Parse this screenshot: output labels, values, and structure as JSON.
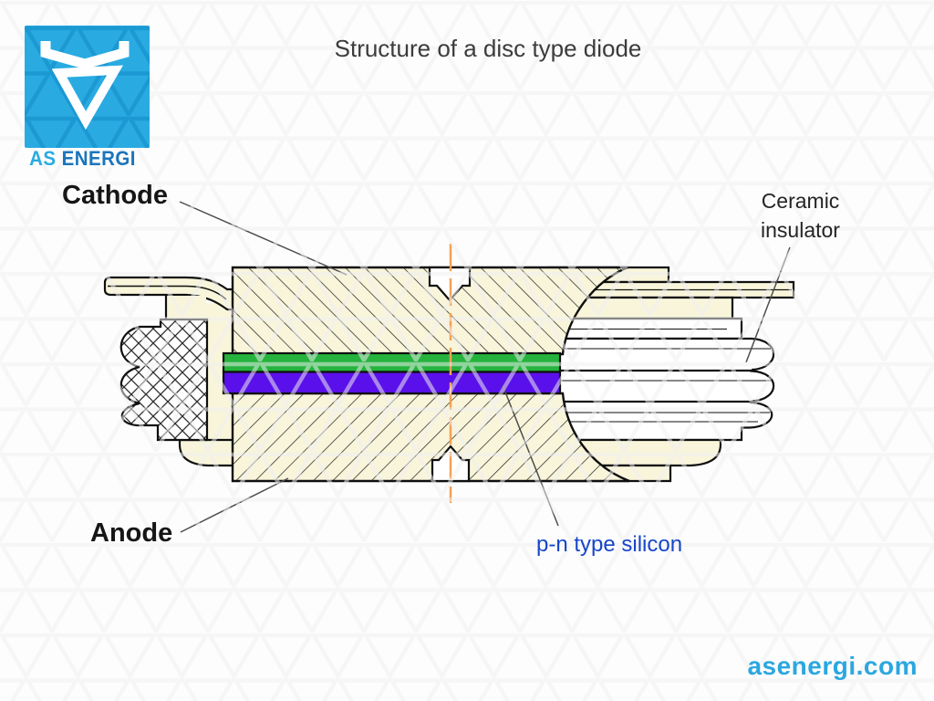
{
  "title": "Structure of a disc type diode",
  "logo": {
    "text_as": "AS",
    "text_energi": "ENERGI"
  },
  "labels": {
    "cathode": "Cathode",
    "anode": "Anode",
    "ceramic_line1": "Ceramic",
    "ceramic_line2": "insulator",
    "pn_silicon": "p-n type silicon"
  },
  "footer": {
    "website": "asenergi.com"
  },
  "colors": {
    "logo_blue": "#29abe2",
    "brand_dark_blue": "#1b75bc",
    "copper_cream": "#f8f5da",
    "silicon_green": "#25b33d",
    "silicon_purple": "#5a10ea",
    "centerline_orange": "#f3a155",
    "pn_label_blue": "#1746ca",
    "outline_black": "#0f0f0f",
    "leader_gray": "#4d4d4d"
  }
}
